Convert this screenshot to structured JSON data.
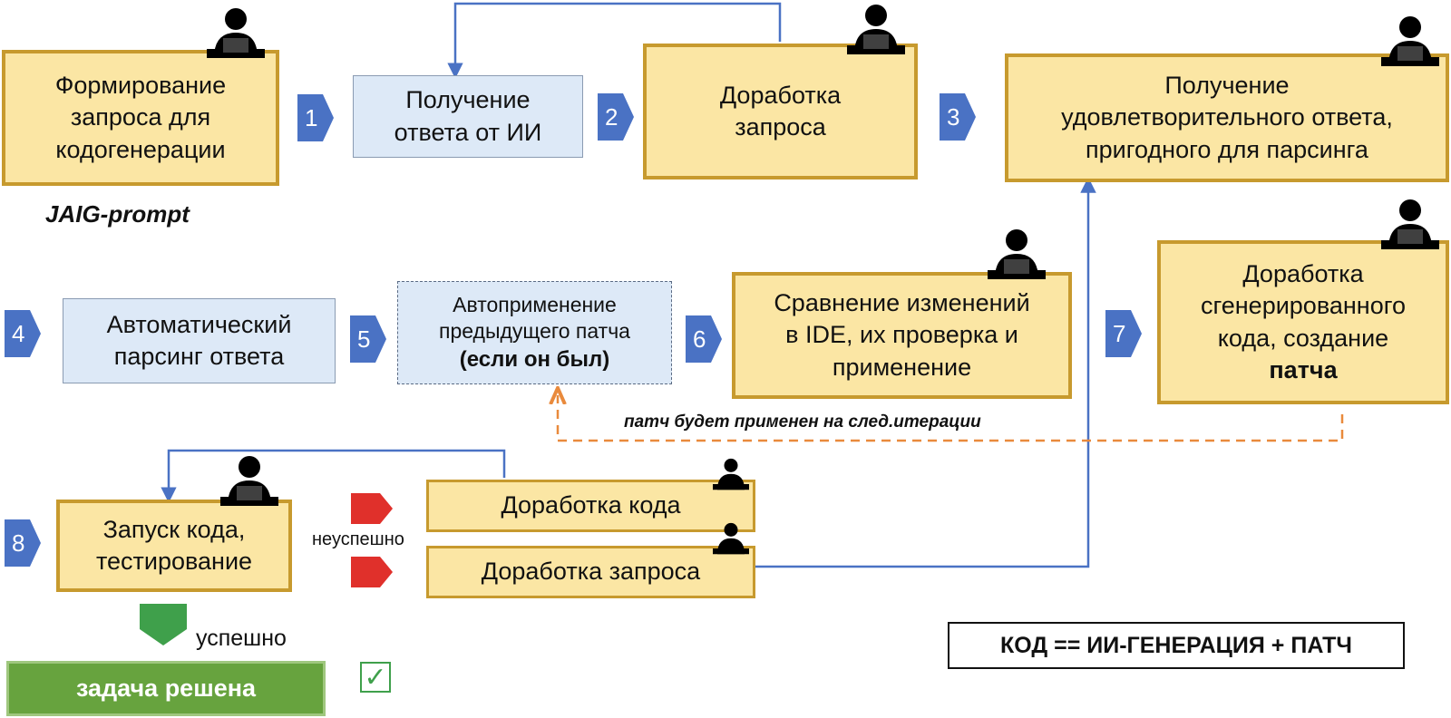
{
  "boxes": {
    "b1": "Формирование\nзапроса для\nкодогенерации",
    "b2": "Получение\nответа от ИИ",
    "b3": "Доработка\nзапроса",
    "b4": "Получение\nудовлетворительного ответа,\nпригодного для парсинга",
    "b5": "Автоматический\nпарсинг ответа",
    "b6_line1": "Автоприменение",
    "b6_line2": "предыдущего патча",
    "b6_bold": "(если он был)",
    "b7": "Сравнение изменений\nв IDE, их проверка и\nприменение",
    "b8_text": "Доработка\nсгенерированного\nкода, создание",
    "b8_bold": "патча",
    "b9": "Запуск кода,\nтестирование",
    "b10": "Доработка кода",
    "b11": "Доработка запроса",
    "b12": "задача решена"
  },
  "numbers": [
    "1",
    "2",
    "3",
    "4",
    "5",
    "6",
    "7",
    "8"
  ],
  "labels": {
    "jaig": "JAIG-prompt",
    "patch_next": "патч будет применен на след.итерации",
    "fail": "неуспешно",
    "success": "успешно",
    "formula": "КОД == ИИ-ГЕНЕРАЦИЯ + ПАТЧ",
    "checkmark": "✓"
  },
  "colors": {
    "human_fill": "#fbe6a4",
    "human_border": "#c79a2e",
    "ai_fill": "#dde9f7",
    "step_arrow": "#4a72c4",
    "connector": "#4a72c4",
    "patch_dash": "#e98a3c",
    "fail_flag": "#e0302b",
    "success_shape": "#3fa04b",
    "done_fill": "#67a33e"
  },
  "icons": {
    "human_worker": "person-at-laptop-icon",
    "fail": "red-flag-icon",
    "success": "green-pentagon-icon",
    "done": "checkbox-check-icon"
  }
}
